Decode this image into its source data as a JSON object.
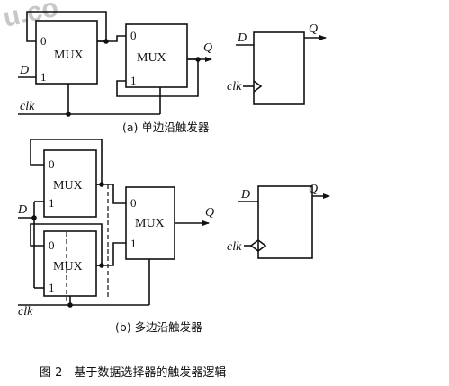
{
  "watermark": "u.co",
  "mux": {
    "label": "MUX",
    "input0": "0",
    "input1": "1"
  },
  "signals": {
    "d": "D",
    "q": "Q",
    "clk": "clk"
  },
  "captions": {
    "a": "(a) 单边沿触发器",
    "b": "(b) 多边沿触发器",
    "figure": "图 2　基于数据选择器的触发器逻辑"
  }
}
